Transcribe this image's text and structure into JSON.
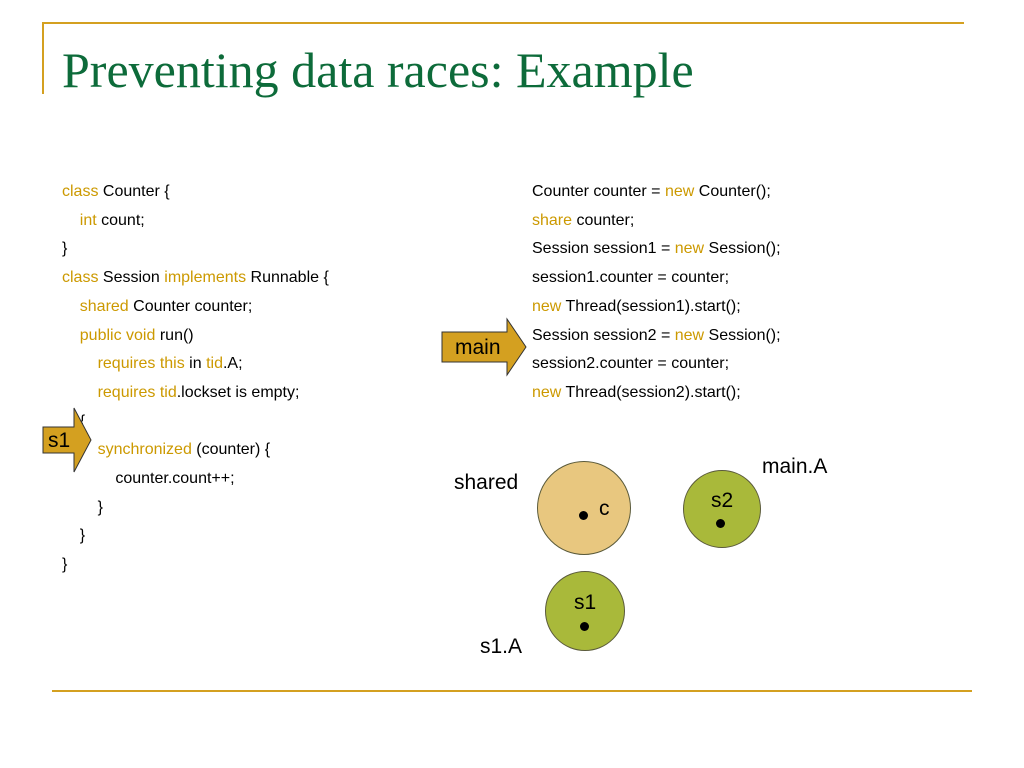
{
  "slide": {
    "title": "Preventing data races: Example",
    "accent_color": "#d4a020",
    "title_color": "#0d6b3a",
    "keyword_color": "#cc9900"
  },
  "code_left": [
    [
      {
        "t": "class",
        "k": true
      },
      {
        "t": " Counter {"
      }
    ],
    [
      {
        "t": "    "
      },
      {
        "t": "int",
        "k": true
      },
      {
        "t": " count;"
      }
    ],
    [
      {
        "t": "}"
      }
    ],
    [
      {
        "t": "class",
        "k": true
      },
      {
        "t": " Session "
      },
      {
        "t": "implements",
        "k": true
      },
      {
        "t": " Runnable {"
      }
    ],
    [
      {
        "t": "    "
      },
      {
        "t": "shared",
        "k": true
      },
      {
        "t": " Counter counter;"
      }
    ],
    [
      {
        "t": "    "
      },
      {
        "t": "public void",
        "k": true
      },
      {
        "t": " run()"
      }
    ],
    [
      {
        "t": "        "
      },
      {
        "t": "requires this",
        "k": true
      },
      {
        "t": " in "
      },
      {
        "t": "tid",
        "k": true
      },
      {
        "t": ".A;"
      }
    ],
    [
      {
        "t": "        "
      },
      {
        "t": "requires",
        "k": true
      },
      {
        "t": " "
      },
      {
        "t": "tid",
        "k": true
      },
      {
        "t": ".lockset is empty;"
      }
    ],
    [
      {
        "t": "    {"
      }
    ],
    [
      {
        "t": "        "
      },
      {
        "t": "synchronized",
        "k": true
      },
      {
        "t": " (counter) {"
      }
    ],
    [
      {
        "t": "            counter.count++;"
      }
    ],
    [
      {
        "t": "        }"
      }
    ],
    [
      {
        "t": "    }"
      }
    ],
    [
      {
        "t": "}"
      }
    ]
  ],
  "code_right": [
    [
      {
        "t": "Counter counter = "
      },
      {
        "t": "new",
        "k": true
      },
      {
        "t": " Counter();"
      }
    ],
    [
      {
        "t": "share",
        "k": true
      },
      {
        "t": " counter;"
      }
    ],
    [
      {
        "t": "Session session1 = "
      },
      {
        "t": "new",
        "k": true
      },
      {
        "t": " Session();"
      }
    ],
    [
      {
        "t": "session1.counter = counter;"
      }
    ],
    [
      {
        "t": "new",
        "k": true
      },
      {
        "t": " Thread(session1).start();"
      }
    ],
    [
      {
        "t": "Session session2 = "
      },
      {
        "t": "new",
        "k": true
      },
      {
        "t": " Session();"
      }
    ],
    [
      {
        "t": "session2.counter = counter;"
      }
    ],
    [
      {
        "t": "new",
        "k": true
      },
      {
        "t": " Thread(session2).start();"
      }
    ]
  ],
  "arrows": {
    "main_label": "main",
    "s1_label": "s1",
    "fill_color": "#d4a020"
  },
  "diagram": {
    "shared_label": "shared",
    "shared_dot_label": "c",
    "shared_color": "#e8c77f",
    "thread_color": "#a9b93a",
    "s2_label": "s2",
    "s2_owner_label": "main.A",
    "s1_label": "s1",
    "s1_owner_label": "s1.A"
  }
}
